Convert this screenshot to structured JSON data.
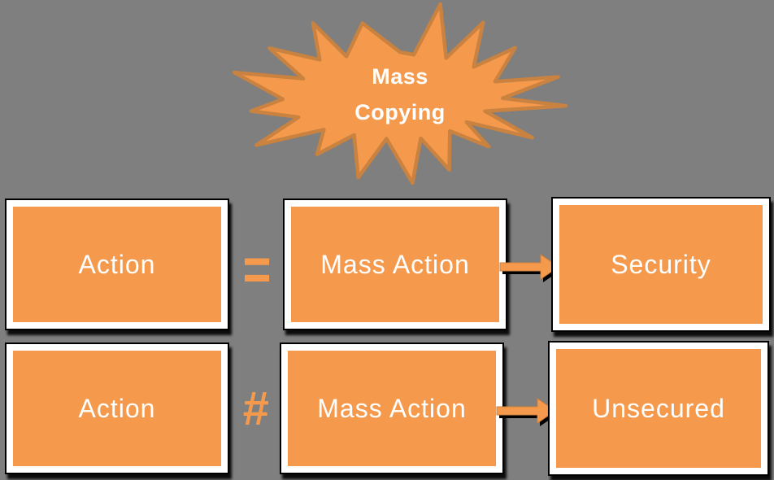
{
  "background_color": "#7f7f7f",
  "accent_color": "#f59a4d",
  "burst_border_color": "#c9823f",
  "box_frame_color": "#ffffff",
  "shadow_color": "#000000",
  "text_color": "#ffffff",
  "burst": {
    "shape": "explosion-starburst",
    "line1": "Mass",
    "line2": "Copying"
  },
  "rows": [
    {
      "left_box": "Action",
      "operator": "=",
      "middle_box": "Mass Action",
      "connector": "arrow-right",
      "right_box": "Security"
    },
    {
      "left_box": "Action",
      "operator": "#",
      "middle_box": "Mass Action",
      "connector": "arrow-right",
      "right_box": "Unsecured"
    }
  ]
}
